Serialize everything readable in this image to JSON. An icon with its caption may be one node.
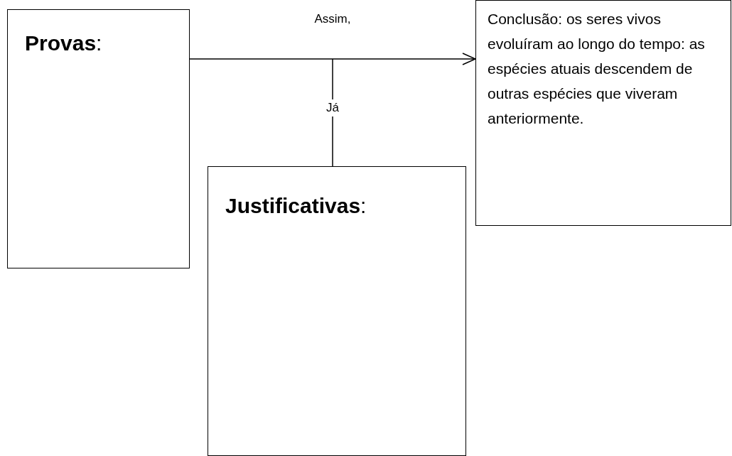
{
  "diagram": {
    "nodes": [
      {
        "text": [
          "**Provas**:"
        ]
      },
      {
        "text": [
          "Conclusão: os seres vivos evoluíram ao longo do tempo: as espécies atuais descendem de outras espécies que viveram anteriormente."
        ]
      },
      {
        "text": [
          "**Justificativas**:"
        ]
      }
    ],
    "edges": [
      {
        "from": 0,
        "to": 1,
        "arrow": "to",
        "label": "Assim,"
      },
      {
        "from": 2,
        "to": null,
        "arrow": "none",
        "label": "Já"
      }
    ]
  }
}
